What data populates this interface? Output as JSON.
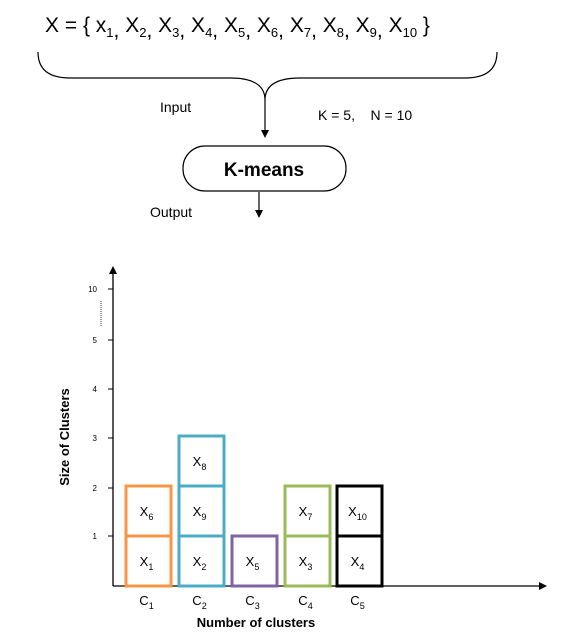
{
  "set": {
    "prefix": "X = {",
    "items": [
      {
        "base": "x",
        "sub": "1"
      },
      {
        "base": "X",
        "sub": "2"
      },
      {
        "base": "X",
        "sub": "3"
      },
      {
        "base": "X",
        "sub": "4"
      },
      {
        "base": "X",
        "sub": "5"
      },
      {
        "base": "X",
        "sub": "6"
      },
      {
        "base": "X",
        "sub": "7"
      },
      {
        "base": "X",
        "sub": "8"
      },
      {
        "base": "X",
        "sub": "9"
      },
      {
        "base": "X",
        "sub": "10"
      }
    ],
    "suffix": "}"
  },
  "flow": {
    "input_label": "Input",
    "params": "K = 5,    N = 10",
    "algorithm": "K-means",
    "output_label": "Output"
  },
  "chart_data": {
    "type": "bar",
    "xlabel": "Number of clusters",
    "ylabel": "Size of Clusters",
    "y_ticks": [
      "1",
      "2",
      "3",
      "4",
      "5",
      "10"
    ],
    "clusters": [
      {
        "label": "C",
        "sub": "1",
        "color": "#F79646",
        "members": [
          {
            "base": "X",
            "sub": "1"
          },
          {
            "base": "X",
            "sub": "6"
          }
        ]
      },
      {
        "label": "C",
        "sub": "2",
        "color": "#4BACC6",
        "members": [
          {
            "base": "X",
            "sub": "2"
          },
          {
            "base": "X",
            "sub": "9"
          },
          {
            "base": "X",
            "sub": "8"
          }
        ]
      },
      {
        "label": "C",
        "sub": "3",
        "color": "#8064A2",
        "members": [
          {
            "base": "X",
            "sub": "5"
          }
        ]
      },
      {
        "label": "C",
        "sub": "4",
        "color": "#9BBB59",
        "members": [
          {
            "base": "X",
            "sub": "3"
          },
          {
            "base": "X",
            "sub": "7"
          }
        ]
      },
      {
        "label": "C",
        "sub": "5",
        "color": "#000000",
        "members": [
          {
            "base": "X",
            "sub": "4"
          },
          {
            "base": "X",
            "sub": "10"
          }
        ]
      }
    ]
  }
}
